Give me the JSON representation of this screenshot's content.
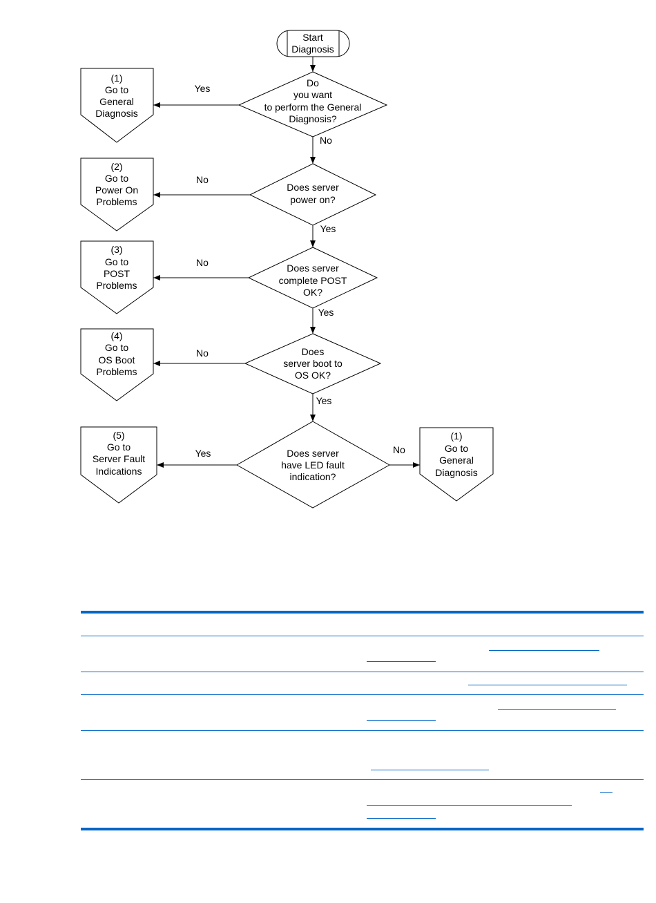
{
  "flowchart": {
    "start": {
      "line1": "Start",
      "line2": "Diagnosis"
    },
    "decisions": [
      {
        "lines": [
          "Do",
          "you want",
          "to perform the General",
          "Diagnosis?"
        ]
      },
      {
        "lines": [
          "Does server",
          "power on?"
        ]
      },
      {
        "lines": [
          "Does server",
          "complete POST",
          "OK?"
        ]
      },
      {
        "lines": [
          "Does",
          "server boot to",
          "OS OK?"
        ]
      },
      {
        "lines": [
          "Does server",
          "have LED fault",
          "indication?"
        ]
      }
    ],
    "offpage": [
      {
        "lines": [
          "(1)",
          "Go to",
          "General",
          "Diagnosis"
        ]
      },
      {
        "lines": [
          "(2)",
          "Go to",
          "Power On",
          "Problems"
        ]
      },
      {
        "lines": [
          "(3)",
          "Go to",
          "POST",
          "Problems"
        ]
      },
      {
        "lines": [
          "(4)",
          "Go to",
          "OS Boot",
          "Problems"
        ]
      },
      {
        "lines": [
          "(5)",
          "Go to",
          "Server Fault",
          "Indications"
        ]
      },
      {
        "lines": [
          "(1)",
          "Go to",
          "General",
          "Diagnosis"
        ]
      }
    ],
    "labels": {
      "d1_side": "Yes",
      "d1_down": "No",
      "d2_side": "No",
      "d2_down": "Yes",
      "d3_side": "No",
      "d3_down": "Yes",
      "d4_side": "No",
      "d4_down": "Yes",
      "d5_left": "Yes",
      "d5_right": "No"
    }
  },
  "table": {
    "rows": 5
  }
}
